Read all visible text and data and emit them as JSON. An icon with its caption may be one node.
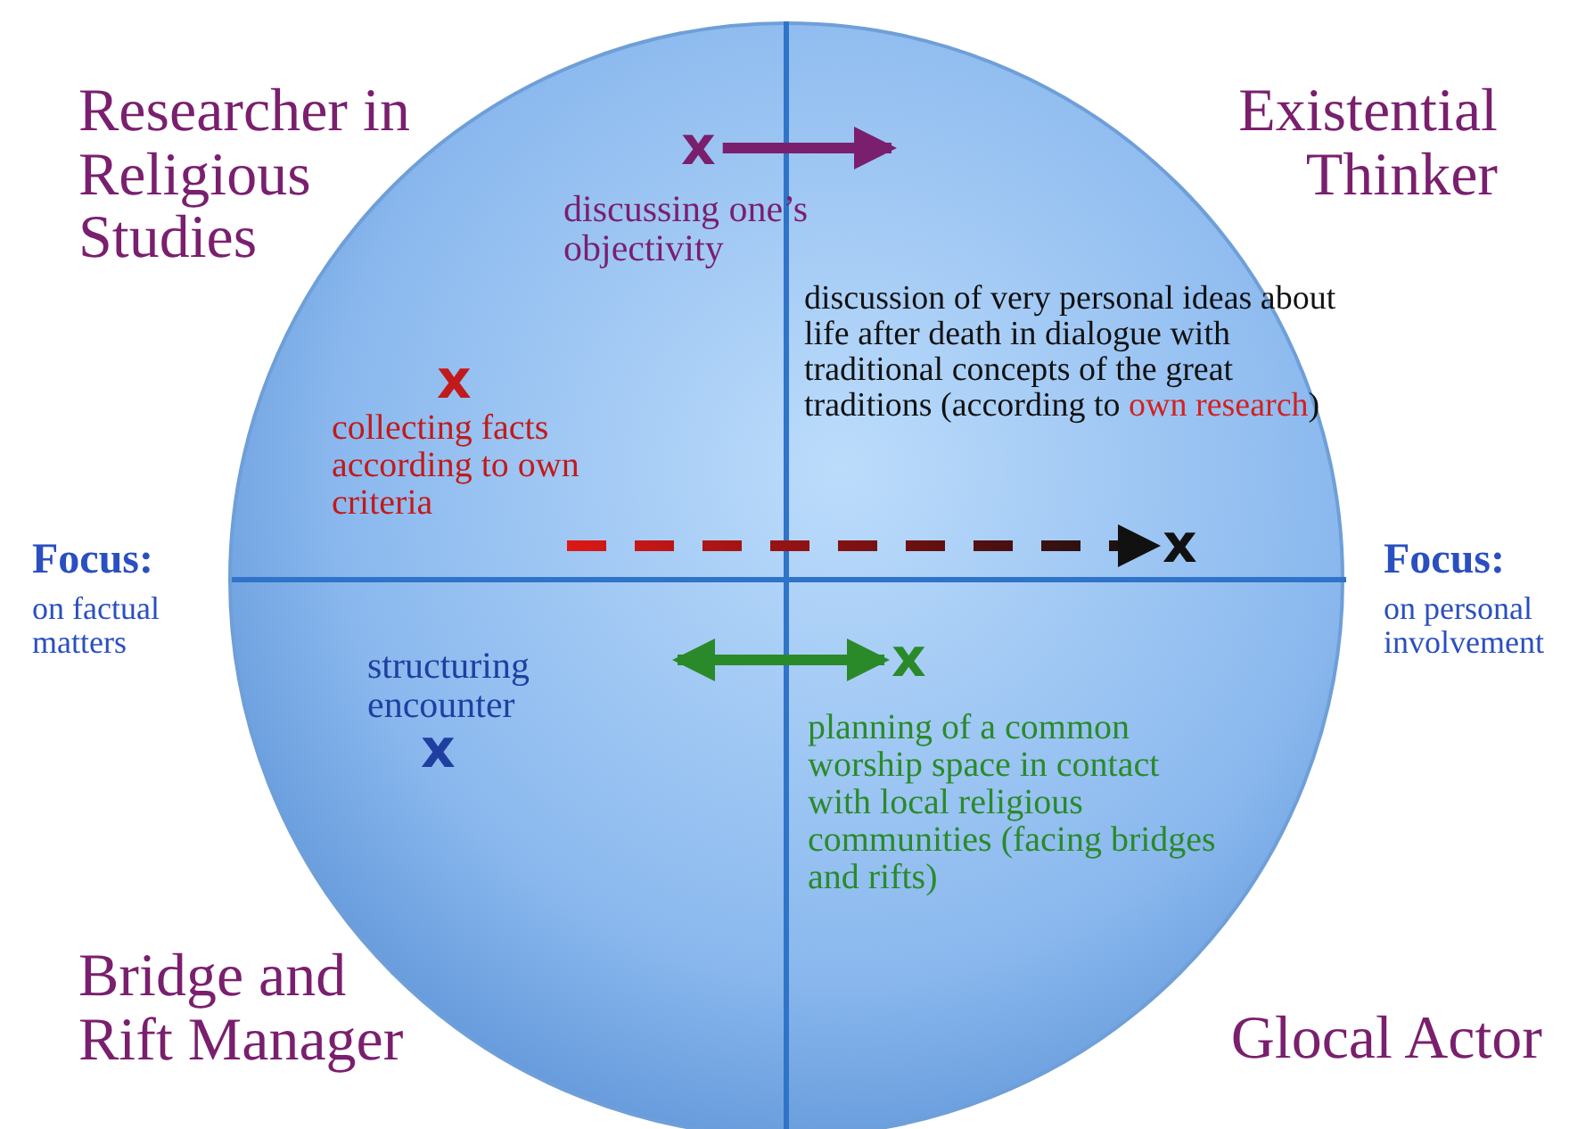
{
  "diagram": {
    "nodes": [
      {
        "text": [
          "x"
        ]
      },
      {
        "text": [
          "x"
        ]
      },
      {
        "text": [
          "x"
        ]
      }
    ],
    "edges": [
      {
        "from": 0,
        "to": null,
        "arrow": "to",
        "color": "#7a1f6e"
      },
      {
        "from": null,
        "to": 1,
        "arrow": "to",
        "style": "dashed"
      },
      {
        "from": null,
        "to": 2,
        "arrow": "both",
        "color": "#2a8a2a"
      }
    ],
    "labels": [
      "Researcher in Religious Studies",
      "discussing one’s objectivity",
      "Existential Thinker",
      "discussion of very personal ideas about life after death in dialogue with traditional concepts of the great traditions (according to own research)",
      "x",
      "collecting facts according to own criteria",
      "Focus:",
      "on factual matters",
      "Focus:",
      "on personal involvement",
      "structuring encounter",
      "x",
      "planning of a common worship space in contact with local religious communities (facing bridges and rifts)",
      "Bridge and Rift Manager",
      "Glocal Actor"
    ]
  }
}
